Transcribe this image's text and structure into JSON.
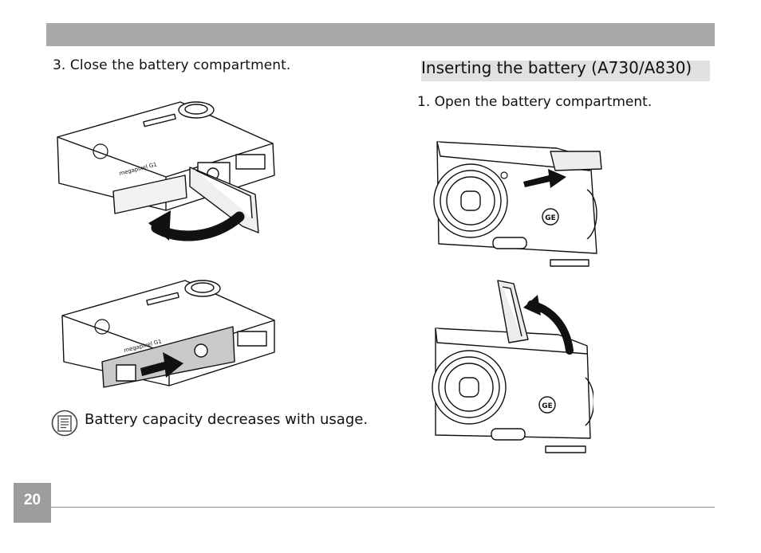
{
  "header": {
    "bar_color": "#a9a9a9"
  },
  "left_column": {
    "step_text": "3. Close the battery compartment.",
    "camera_model_label": "megapixel G1",
    "note": {
      "icon": "note-icon",
      "text": "Battery capacity decreases with usage."
    }
  },
  "right_column": {
    "section_title": "Inserting the battery (A730/A830)",
    "step_text": "1. Open the battery compartment.",
    "brand_logo": "GE"
  },
  "footer": {
    "page_number": "20"
  }
}
